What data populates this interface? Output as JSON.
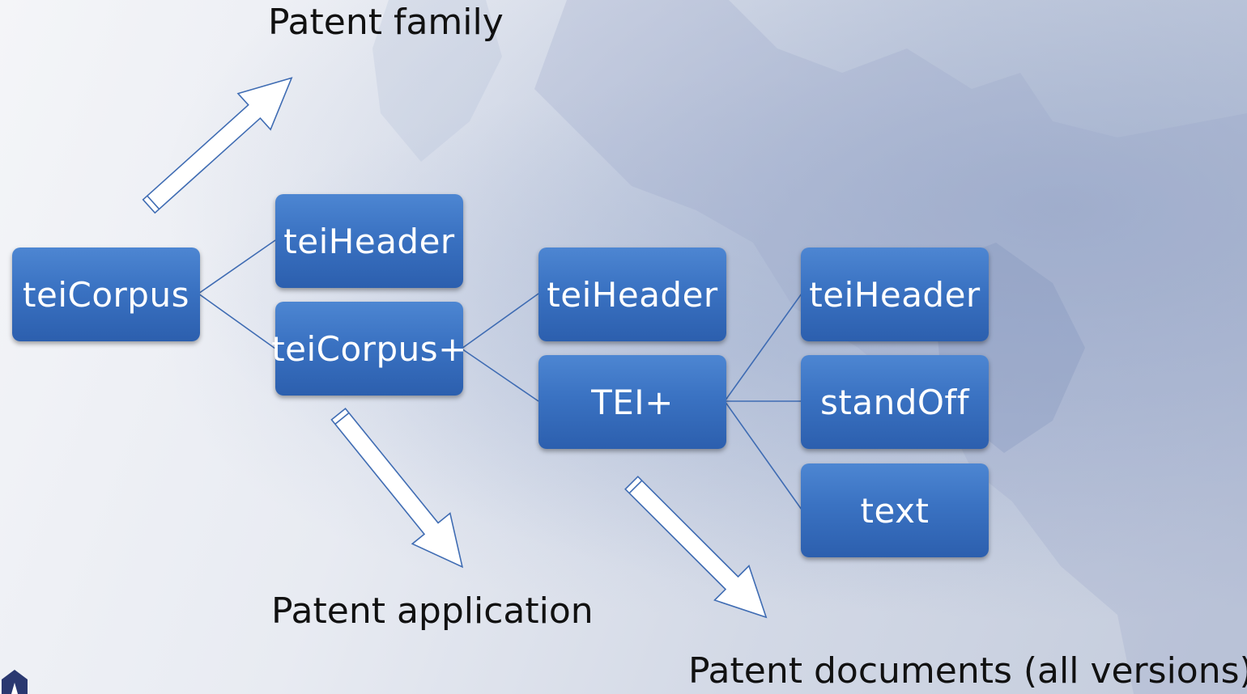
{
  "labels": {
    "family": "Patent family",
    "application": "Patent application",
    "documents": "Patent documents (all versions)"
  },
  "nodes": {
    "tei_corpus_root": "teiCorpus",
    "tei_header_1": "teiHeader",
    "tei_corpus_plus": "teiCorpus+",
    "tei_header_2": "teiHeader",
    "tei_plus": "TEI+",
    "tei_header_3": "teiHeader",
    "stand_off": "standOff",
    "text": "text"
  },
  "colors": {
    "node_fill": "#3a72c2",
    "node_text": "#ffffff",
    "connector": "#3f6cb3",
    "label_text": "#111111"
  }
}
